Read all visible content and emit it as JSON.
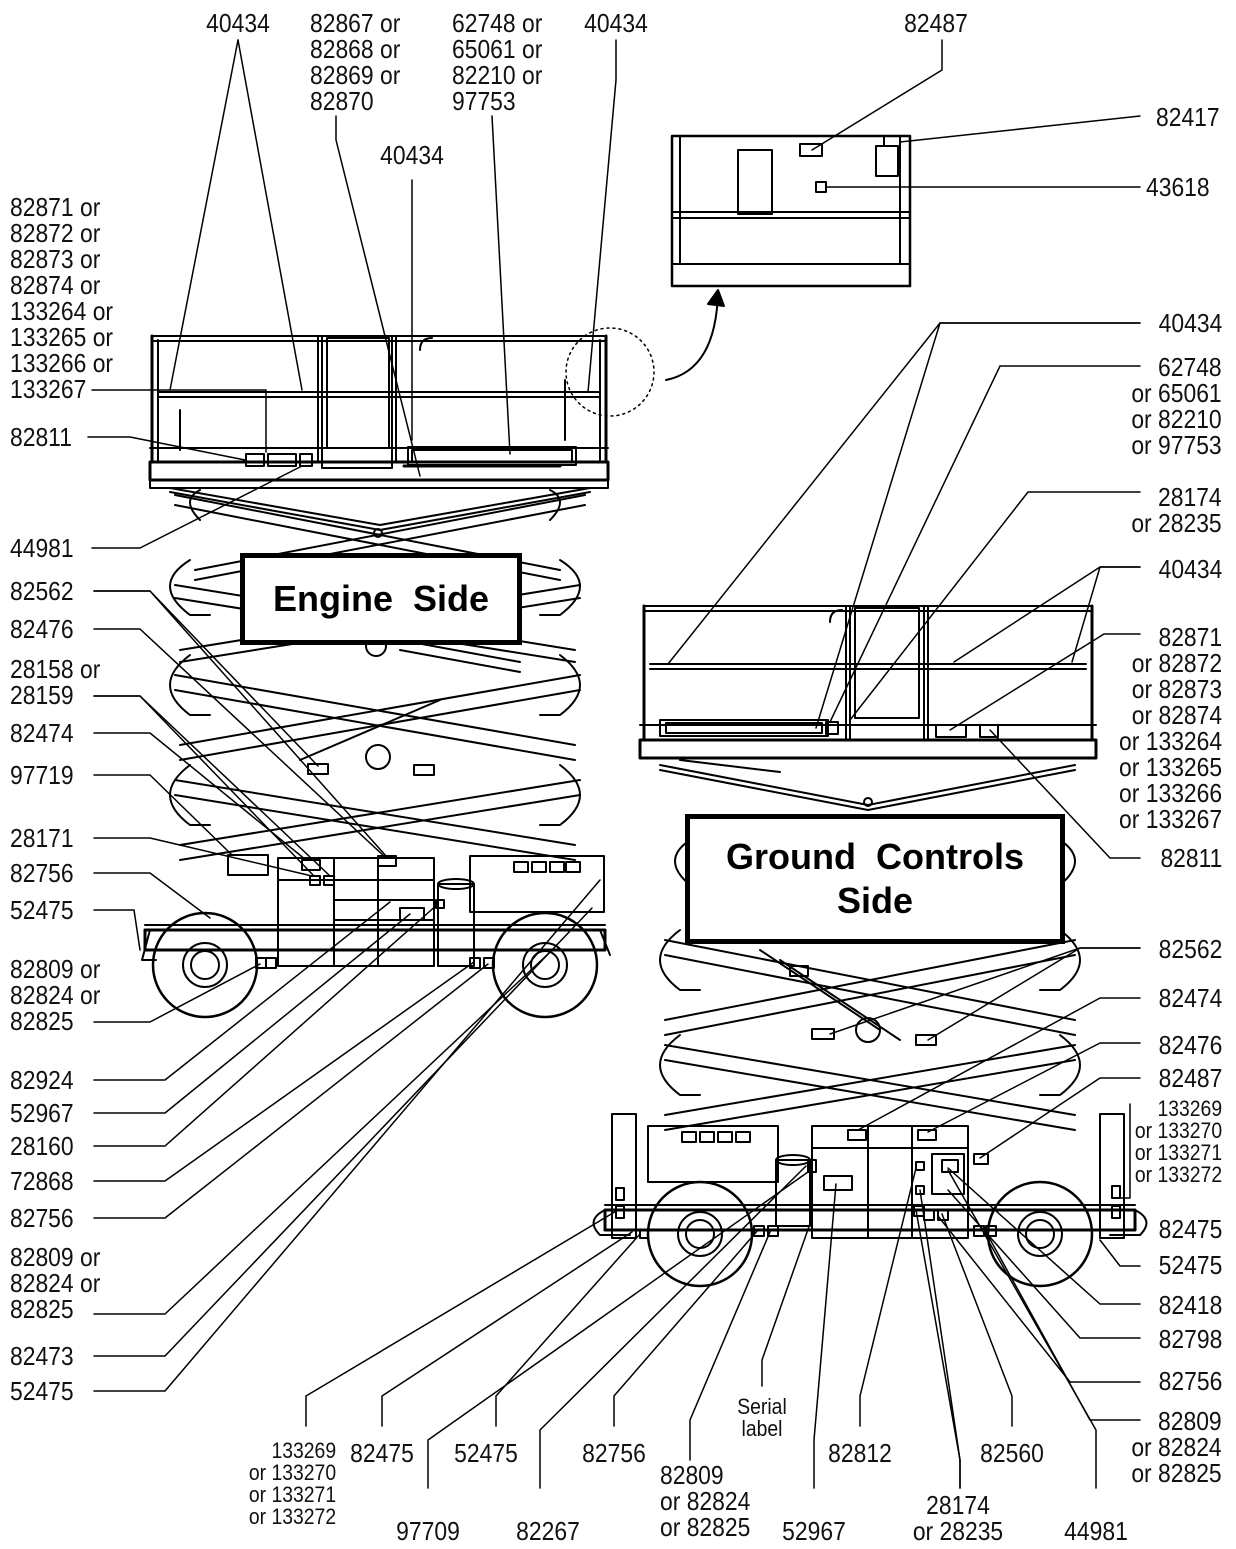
{
  "title_boxes": {
    "engine_side": "Engine  Side",
    "ground_controls_side": "Ground  Controls\nSide"
  },
  "labels": [
    {
      "id": "40434-a",
      "text": "40434"
    },
    {
      "id": "82867",
      "text": "82867 or\n82868 or\n82869 or\n82870"
    },
    {
      "id": "62748-a",
      "text": "62748 or\n65061 or\n82210 or\n97753"
    },
    {
      "id": "40434-b",
      "text": "40434"
    },
    {
      "id": "82487-a",
      "text": "82487"
    },
    {
      "id": "40434-c",
      "text": "40434"
    },
    {
      "id": "82417",
      "text": "82417"
    },
    {
      "id": "43618",
      "text": "43618"
    },
    {
      "id": "82871-a",
      "text": "82871 or\n82872 or\n82873 or\n82874 or\n133264 or\n133265 or\n133266 or\n133267"
    },
    {
      "id": "82811-a",
      "text": "82811"
    },
    {
      "id": "44981-a",
      "text": "44981"
    },
    {
      "id": "82562-a",
      "text": "82562"
    },
    {
      "id": "82476-a",
      "text": "82476"
    },
    {
      "id": "28158",
      "text": "28158 or\n28159"
    },
    {
      "id": "82474-a",
      "text": "82474"
    },
    {
      "id": "97719",
      "text": "97719"
    },
    {
      "id": "28171",
      "text": "28171"
    },
    {
      "id": "82756-a",
      "text": "82756"
    },
    {
      "id": "52475-a",
      "text": "52475"
    },
    {
      "id": "82809-a",
      "text": "82809 or\n82824 or\n82825"
    },
    {
      "id": "82924",
      "text": "82924"
    },
    {
      "id": "52967-a",
      "text": "52967"
    },
    {
      "id": "28160",
      "text": "28160"
    },
    {
      "id": "72868",
      "text": "72868"
    },
    {
      "id": "82756-b",
      "text": "82756"
    },
    {
      "id": "82809-b",
      "text": "82809 or\n82824 or\n82825"
    },
    {
      "id": "82473",
      "text": "82473"
    },
    {
      "id": "52475-b",
      "text": "52475"
    },
    {
      "id": "40434-d",
      "text": "40434"
    },
    {
      "id": "62748-b",
      "text": "62748\nor 65061\nor 82210\nor 97753"
    },
    {
      "id": "28174-a",
      "text": "28174\nor 28235"
    },
    {
      "id": "40434-e",
      "text": "40434"
    },
    {
      "id": "82871-b",
      "text": "82871\nor 82872\nor 82873\nor 82874\nor 133264\nor 133265\nor 133266\nor 133267"
    },
    {
      "id": "82811-b",
      "text": "82811"
    },
    {
      "id": "82562-b",
      "text": "82562"
    },
    {
      "id": "82474-b",
      "text": "82474"
    },
    {
      "id": "82476-b",
      "text": "82476"
    },
    {
      "id": "82487-b",
      "text": "82487"
    },
    {
      "id": "133269-a",
      "text": "133269\nor 133270\nor 133271\nor 133272"
    },
    {
      "id": "82475-a",
      "text": "82475"
    },
    {
      "id": "52475-c",
      "text": "52475"
    },
    {
      "id": "82418",
      "text": "82418"
    },
    {
      "id": "82798",
      "text": "82798"
    },
    {
      "id": "82756-c",
      "text": "82756"
    },
    {
      "id": "82809-c",
      "text": "82809\nor 82824\nor 82825"
    },
    {
      "id": "133269-b",
      "text": "133269\nor 133270\nor 133271\nor 133272"
    },
    {
      "id": "82475-b",
      "text": "82475"
    },
    {
      "id": "97709",
      "text": "97709"
    },
    {
      "id": "52475-d",
      "text": "52475"
    },
    {
      "id": "82267",
      "text": "82267"
    },
    {
      "id": "82756-d",
      "text": "82756"
    },
    {
      "id": "82809-d",
      "text": "82809\nor 82824\nor 82825"
    },
    {
      "id": "serial",
      "text": "Serial\nlabel"
    },
    {
      "id": "52967-b",
      "text": "52967"
    },
    {
      "id": "82812",
      "text": "82812"
    },
    {
      "id": "28174-b",
      "text": "28174\nor 28235"
    },
    {
      "id": "82560",
      "text": "82560"
    },
    {
      "id": "44981-b",
      "text": "44981"
    }
  ]
}
